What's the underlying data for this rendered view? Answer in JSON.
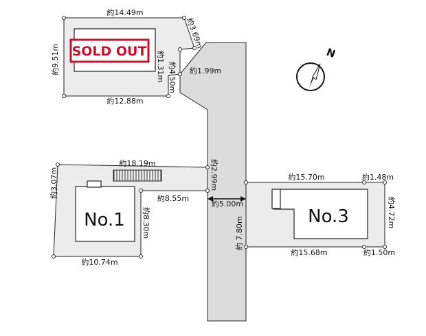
{
  "badge": {
    "text": "SOLD OUT",
    "color": "#c8102e"
  },
  "buildings": {
    "no1": "No.1",
    "no3": "No.3"
  },
  "compass": {
    "letter": "N",
    "icon": "north-arrow-icon"
  },
  "colors": {
    "lot_fill": "#ececec",
    "road_fill": "#dcdcdc",
    "badge_red": "#c8102e"
  },
  "dimensions": {
    "top_lot_top": "約14.49m",
    "top_lot_right_slant": "約3.69m",
    "top_lot_left": "約9.51m",
    "top_lot_step_v": "約1.31m",
    "top_lot_step_h": "約1.99m",
    "top_lot_step_v2": "約4.50m",
    "top_lot_bottom": "約12.88m",
    "lot1_top": "約18.19m",
    "lot1_left": "約3.07m",
    "lot1_inner_h": "約8.55m",
    "lot1_inner_v": "約8.30m",
    "lot1_bottom": "約10.74m",
    "road_narrow": "約2.99m",
    "road_width": "約5.00m",
    "lot3_top": "約15.70m",
    "lot3_top_right": "約1.48m",
    "lot3_right": "約4.72m",
    "lot3_left": "約 7.80m",
    "lot3_bottom": "約15.68m",
    "lot3_bottom_right": "約1.50m"
  }
}
